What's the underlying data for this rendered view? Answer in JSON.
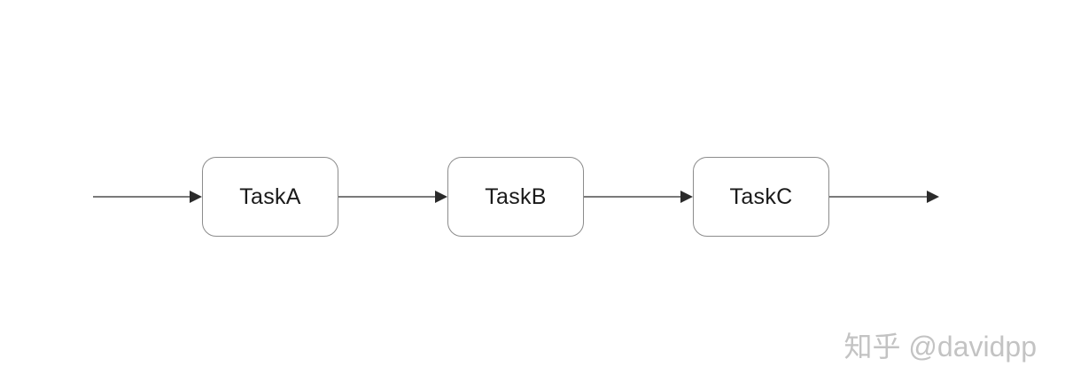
{
  "diagram": {
    "type": "flowchart",
    "direction": "left-to-right",
    "nodes": [
      {
        "id": "node-a",
        "label": "TaskA"
      },
      {
        "id": "node-b",
        "label": "TaskB"
      },
      {
        "id": "node-c",
        "label": "TaskC"
      }
    ],
    "edges": [
      {
        "from": "start",
        "to": "TaskA",
        "arrowhead": "true"
      },
      {
        "from": "TaskA",
        "to": "TaskB",
        "arrowhead": "true"
      },
      {
        "from": "TaskB",
        "to": "TaskC",
        "arrowhead": "true"
      },
      {
        "from": "TaskC",
        "to": "end",
        "arrowhead": "true"
      }
    ],
    "colors": {
      "background": "#ffffff",
      "node_fill": "#ffffff",
      "node_border": "#8c8c8c",
      "node_text": "#1a1a1a",
      "edge_line": "#7a7a7a",
      "edge_arrowhead": "#2b2b2b"
    }
  },
  "watermark": {
    "text": "知乎 @davidpp",
    "color": "#c3c3c3"
  }
}
